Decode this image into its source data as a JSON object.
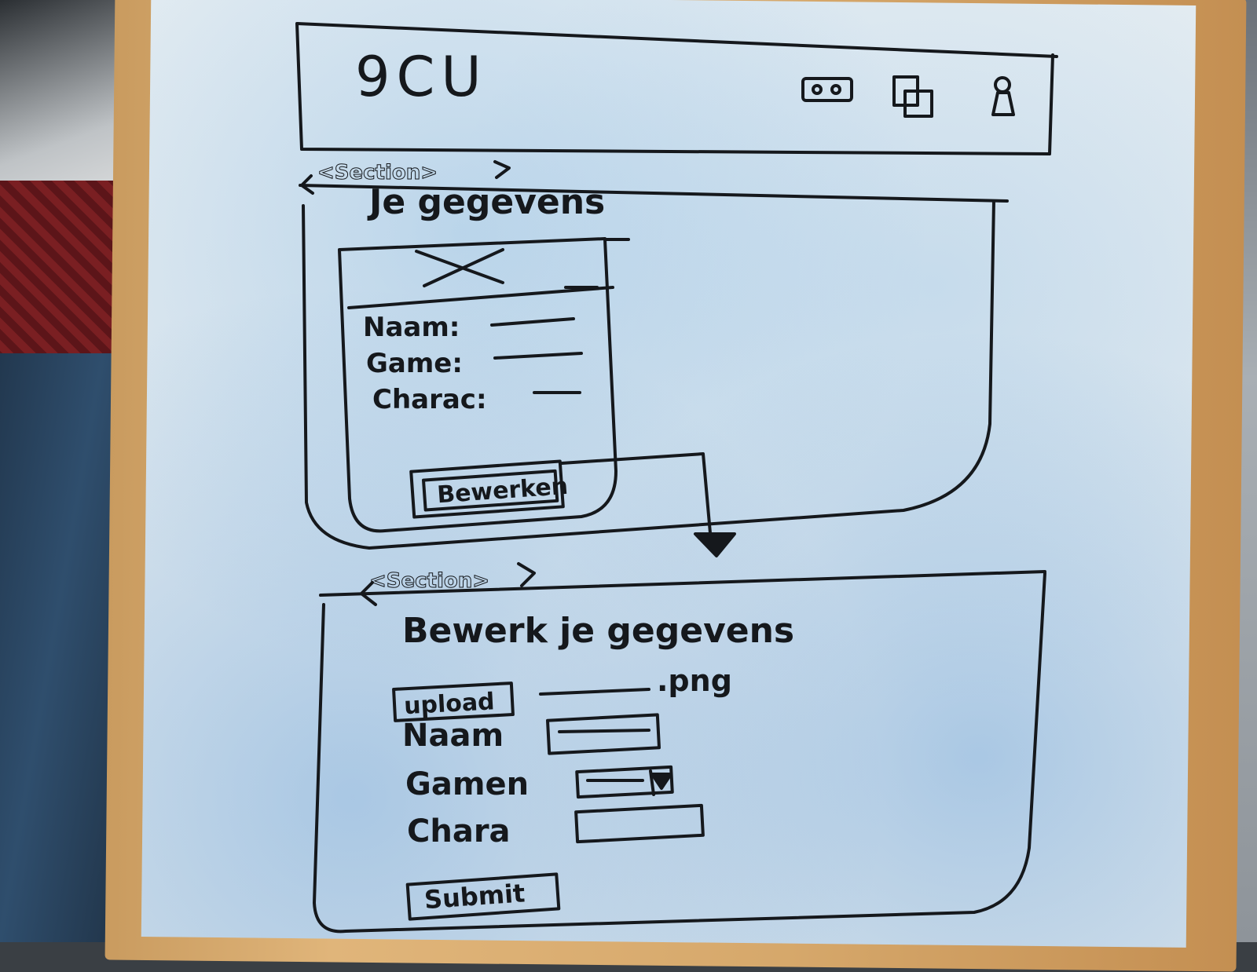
{
  "header": {
    "logo": "9CU",
    "icons": [
      "ticket-icon",
      "copy-icon",
      "user-icon"
    ]
  },
  "section1": {
    "tag": "<Section>",
    "title": "Je gegevens",
    "card": {
      "image": "image-placeholder",
      "fields": [
        "Naam:",
        "Game:",
        "Charac:"
      ],
      "button": "Bewerken"
    }
  },
  "section2": {
    "tag": "<Section>",
    "title": "Bewerk je gegevens",
    "upload_button": "upload",
    "upload_ext": ".png",
    "fields": [
      "Naam",
      "Gamen",
      "Chara"
    ],
    "submit": "Submit"
  },
  "colors": {
    "ink": "#15181c",
    "board": "#e3eaef",
    "marker_blue": "#5b9fd8",
    "wood": "#d6a86b"
  }
}
